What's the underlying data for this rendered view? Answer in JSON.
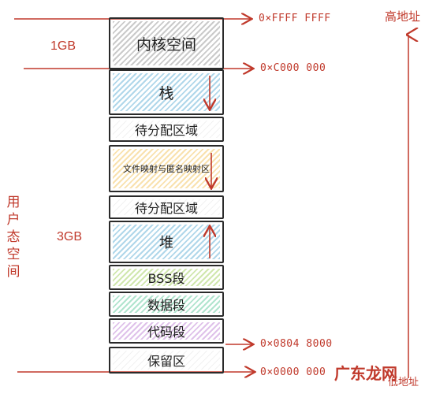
{
  "segments": [
    {
      "label": "内核空间",
      "color": "#9e9e9e"
    },
    {
      "label": "栈",
      "color": "#6fb6d9"
    },
    {
      "label": "待分配区域",
      "color": "#ffffff"
    },
    {
      "label": "文件映射与匿名映射区",
      "color": "#f4c96b"
    },
    {
      "label": "待分配区域",
      "color": "#ffffff"
    },
    {
      "label": "堆",
      "color": "#6fb6d9"
    },
    {
      "label": "BSS段",
      "color": "#a9d36b"
    },
    {
      "label": "数据段",
      "color": "#6fcfa6"
    },
    {
      "label": "代码段",
      "color": "#c58fd9"
    },
    {
      "label": "保留区",
      "color": "#ffffff"
    }
  ],
  "addresses": {
    "top": "0×FFFF FFFF",
    "kernel_boundary": "0×C000 000",
    "code_start": "0×0804 8000",
    "bottom": "0×0000 000"
  },
  "labels": {
    "kernel_size": "1GB",
    "user_size": "3GB",
    "high_address": "高地址",
    "low_address": "低地址",
    "user_space_chars": [
      "用",
      "户",
      "态",
      "空",
      "间"
    ]
  },
  "watermark": "广东龙网",
  "colors": {
    "accent_red": "#c0392b",
    "outline": "#2a2a2a"
  }
}
